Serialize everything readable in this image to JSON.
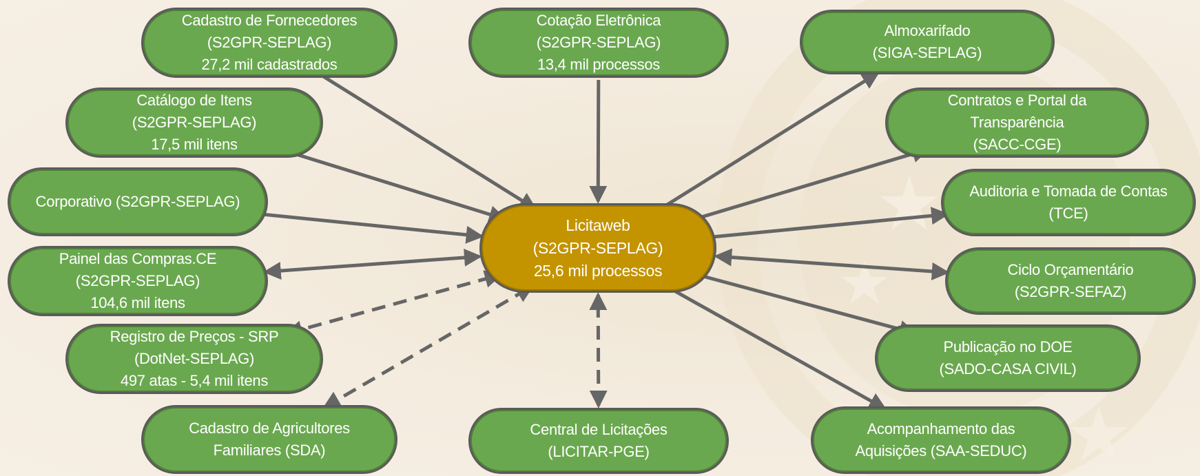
{
  "diagram": {
    "hub": {
      "id": "licitaweb",
      "lines": [
        "Licitaweb",
        "(S2GPR-SEPLAG)",
        "25,6 mil processos"
      ]
    },
    "nodes": [
      {
        "id": "cadastro-fornecedores",
        "lines": [
          "Cadastro de Fornecedores",
          "(S2GPR-SEPLAG)",
          "27,2 mil cadastrados"
        ]
      },
      {
        "id": "cotacao-eletronica",
        "lines": [
          "Cotação Eletrônica",
          "(S2GPR-SEPLAG)",
          "13,4 mil processos"
        ]
      },
      {
        "id": "almoxarifado",
        "lines": [
          "Almoxarifado",
          "(SIGA-SEPLAG)"
        ]
      },
      {
        "id": "catalogo-itens",
        "lines": [
          "Catálogo de Itens",
          "(S2GPR-SEPLAG)",
          "17,5 mil itens"
        ]
      },
      {
        "id": "contratos-portal",
        "lines": [
          "Contratos e Portal da",
          "Transparência",
          "(SACC-CGE)"
        ]
      },
      {
        "id": "corporativo",
        "lines": [
          "Corporativo (S2GPR-SEPLAG)"
        ]
      },
      {
        "id": "auditoria-tce",
        "lines": [
          "Auditoria e Tomada de Contas",
          "(TCE)"
        ]
      },
      {
        "id": "painel-compras",
        "lines": [
          "Painel das Compras.CE",
          "(S2GPR-SEPLAG)",
          "104,6 mil itens"
        ]
      },
      {
        "id": "ciclo-orcamentario",
        "lines": [
          "Ciclo Orçamentário",
          "(S2GPR-SEFAZ)"
        ]
      },
      {
        "id": "registro-precos",
        "lines": [
          "Registro de Preços - SRP",
          "(DotNet-SEPLAG)",
          "497 atas - 5,4 mil itens"
        ]
      },
      {
        "id": "publicacao-doe",
        "lines": [
          "Publicação no DOE",
          "(SADO-CASA CIVIL)"
        ]
      },
      {
        "id": "agricultores-familiares",
        "lines": [
          "Cadastro de Agricultores",
          "Familiares (SDA)"
        ]
      },
      {
        "id": "central-licitacoes",
        "lines": [
          "Central de Licitações",
          "(LICITAR-PGE)"
        ]
      },
      {
        "id": "acompanhamento-aquisicoes",
        "lines": [
          "Acompanhamento das",
          "Aquisições (SAA-SEDUC)"
        ]
      }
    ],
    "edges": [
      {
        "from": "cadastro-fornecedores",
        "to": "licitaweb",
        "style": "solid",
        "arrow": "to"
      },
      {
        "from": "cotacao-eletronica",
        "to": "licitaweb",
        "style": "solid",
        "arrow": "to"
      },
      {
        "from": "catalogo-itens",
        "to": "licitaweb",
        "style": "solid",
        "arrow": "to"
      },
      {
        "from": "corporativo",
        "to": "licitaweb",
        "style": "solid",
        "arrow": "to"
      },
      {
        "from": "painel-compras",
        "to": "licitaweb",
        "style": "solid",
        "arrow": "both"
      },
      {
        "from": "registro-precos",
        "to": "licitaweb",
        "style": "dashed",
        "arrow": "both"
      },
      {
        "from": "agricultores-familiares",
        "to": "licitaweb",
        "style": "dashed",
        "arrow": "both"
      },
      {
        "from": "central-licitacoes",
        "to": "licitaweb",
        "style": "dashed",
        "arrow": "both"
      },
      {
        "from": "licitaweb",
        "to": "almoxarifado",
        "style": "solid",
        "arrow": "to"
      },
      {
        "from": "licitaweb",
        "to": "contratos-portal",
        "style": "solid",
        "arrow": "to"
      },
      {
        "from": "licitaweb",
        "to": "auditoria-tce",
        "style": "solid",
        "arrow": "to"
      },
      {
        "from": "ciclo-orcamentario",
        "to": "licitaweb",
        "style": "solid",
        "arrow": "both"
      },
      {
        "from": "licitaweb",
        "to": "publicacao-doe",
        "style": "solid",
        "arrow": "to"
      },
      {
        "from": "licitaweb",
        "to": "acompanhamento-aquisicoes",
        "style": "solid",
        "arrow": "to"
      }
    ],
    "colors": {
      "node_fill": "#6aa84f",
      "hub_fill": "#c39300",
      "border": "#5a5a5a",
      "arrow": "#666666",
      "text": "#ffffff",
      "background": "#f3ebdd"
    }
  }
}
